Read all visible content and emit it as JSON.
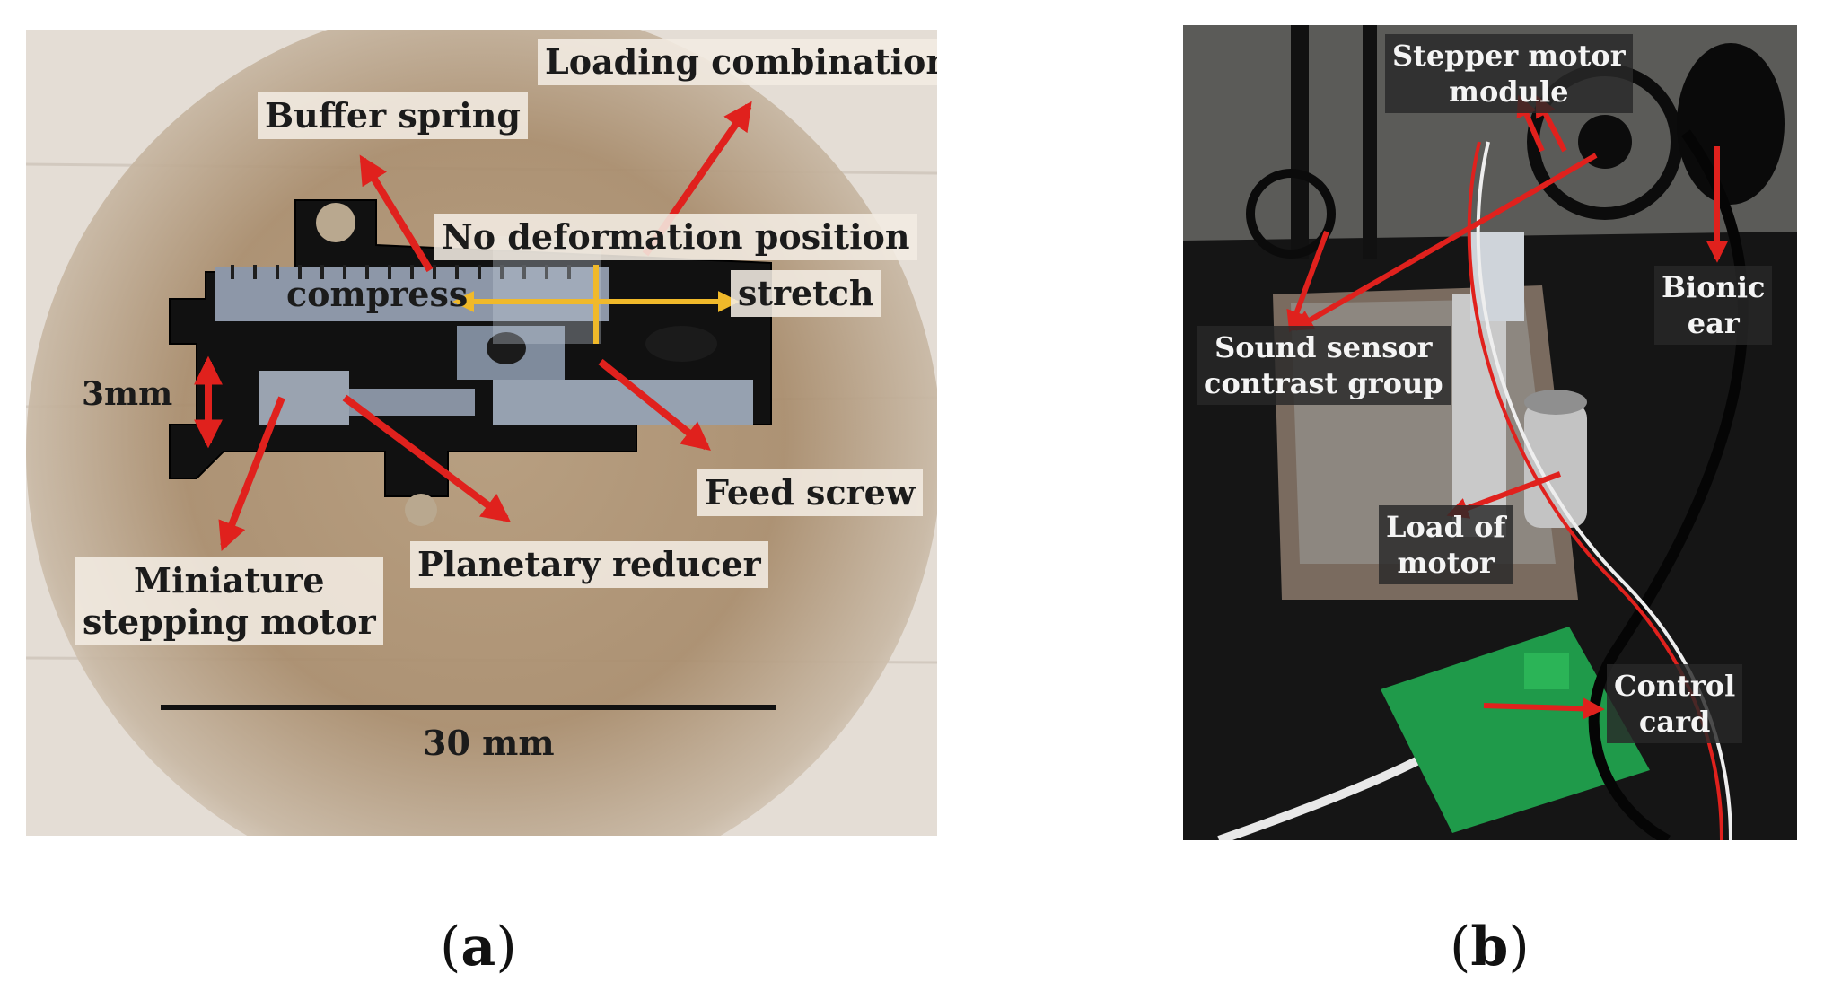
{
  "panel_a": {
    "labels": {
      "loading_combination": "Loading combination",
      "buffer_spring": "Buffer spring",
      "no_deformation_position": "No deformation position",
      "compress": "compress",
      "stretch": "stretch",
      "three_mm": "3mm",
      "feed_screw": "Feed screw",
      "planetary_reducer": "Planetary reducer",
      "miniature_stepping_motor_line1": "Miniature",
      "miniature_stepping_motor_line2": "stepping motor",
      "thirty_mm": "30 mm"
    },
    "caption_letter": "a"
  },
  "panel_b": {
    "labels": {
      "stepper_motor_module_line1": "Stepper motor",
      "stepper_motor_module_line2": "module",
      "bionic_ear_line1": "Bionic",
      "bionic_ear_line2": "ear",
      "sound_sensor_line1": "Sound sensor",
      "sound_sensor_line2": "contrast group",
      "load_of_motor_line1": "Load of",
      "load_of_motor_line2": "motor",
      "control_card_line1": "Control",
      "control_card_line2": "card"
    },
    "caption_letter": "b"
  },
  "colors": {
    "arrow_red": "#e0211d",
    "arrow_yellow": "#f0b92a",
    "pcb_green": "#1f9a4a"
  }
}
